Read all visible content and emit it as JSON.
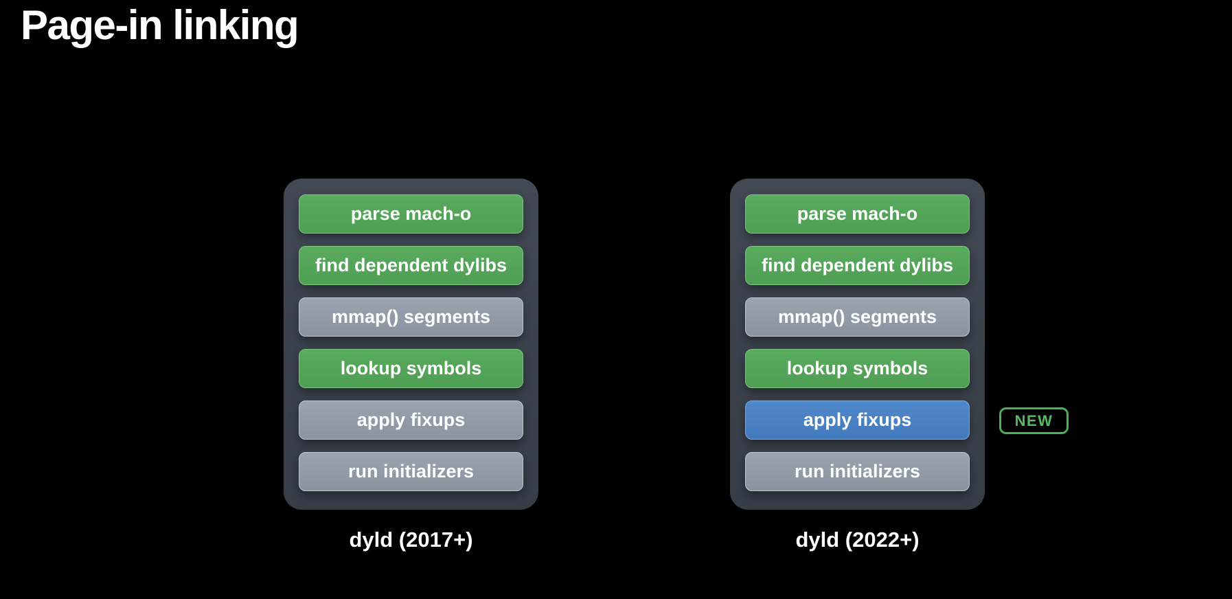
{
  "slide": {
    "title": "Page-in linking"
  },
  "colors": {
    "background": "#000000",
    "card": "#3d434e",
    "step_green": "#56a95c",
    "step_gray": "#939caa",
    "step_blue": "#4c83c6",
    "badge_green": "#4ab155",
    "text": "#ffffff"
  },
  "pipelines": [
    {
      "label": "dyld (2017+)",
      "steps": [
        {
          "text": "parse mach-o",
          "state": "green"
        },
        {
          "text": "find dependent dylibs",
          "state": "green"
        },
        {
          "text": "mmap() segments",
          "state": "gray"
        },
        {
          "text": "lookup symbols",
          "state": "green"
        },
        {
          "text": "apply fixups",
          "state": "gray"
        },
        {
          "text": "run initializers",
          "state": "gray"
        }
      ]
    },
    {
      "label": "dyld (2022+)",
      "steps": [
        {
          "text": "parse mach-o",
          "state": "green"
        },
        {
          "text": "find dependent dylibs",
          "state": "green"
        },
        {
          "text": "mmap() segments",
          "state": "gray"
        },
        {
          "text": "lookup symbols",
          "state": "green"
        },
        {
          "text": "apply fixups",
          "state": "blue"
        },
        {
          "text": "run initializers",
          "state": "gray"
        }
      ]
    }
  ],
  "new_badge": {
    "label": "NEW"
  }
}
